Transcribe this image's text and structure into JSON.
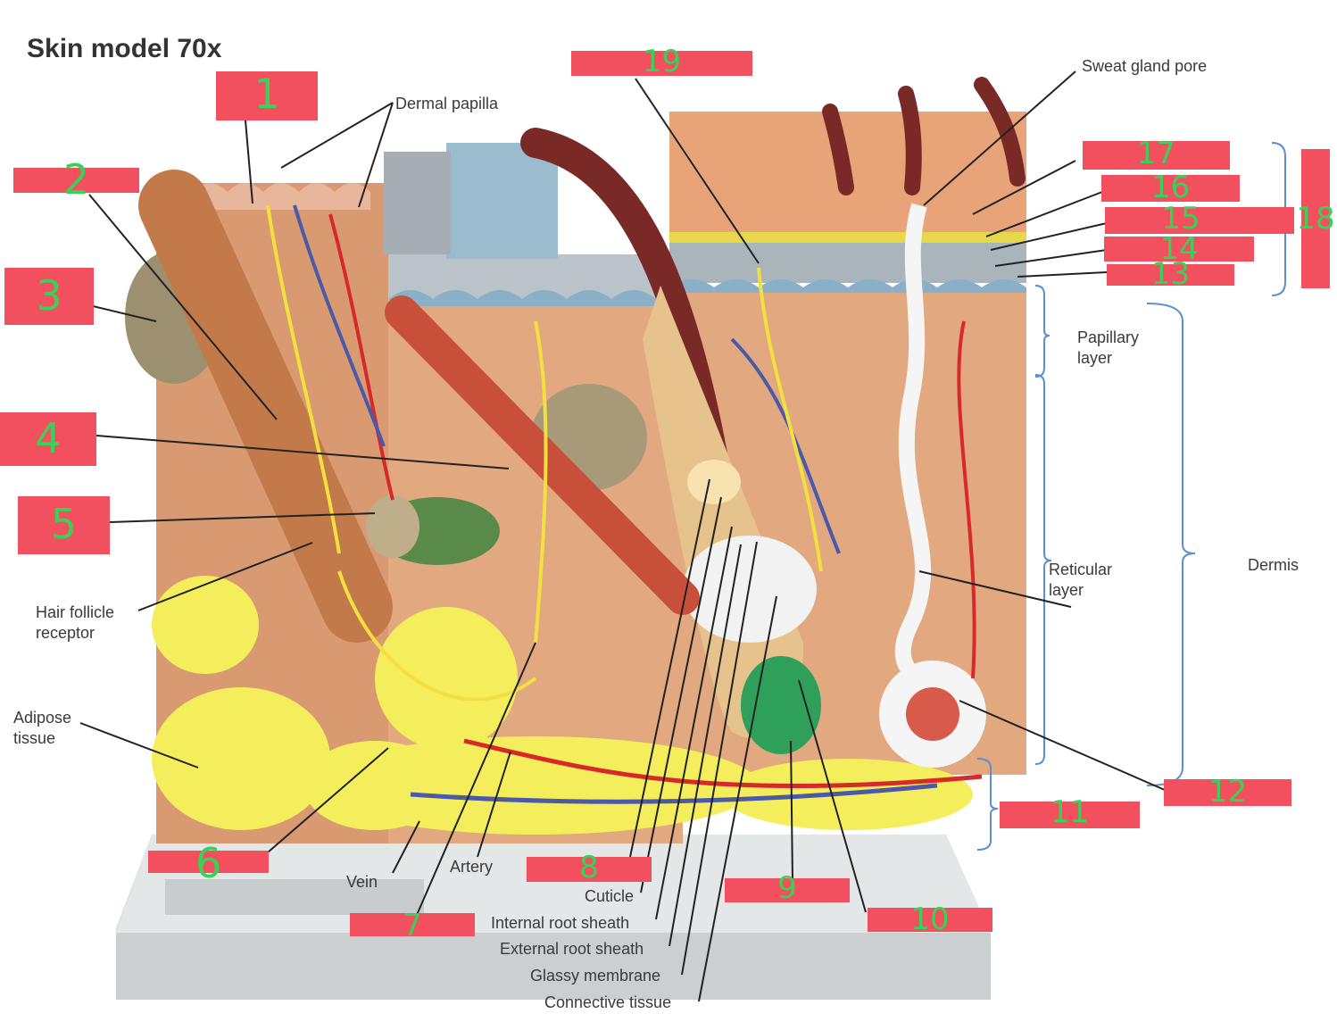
{
  "title": "Skin model 70x",
  "labels": {
    "dermal_papilla": "Dermal papilla",
    "sweat_gland_pore": "Sweat gland pore",
    "papillary_layer": "Papillary layer",
    "reticular_layer": "Reticular layer",
    "dermis": "Dermis",
    "hair_follicle_receptor": "Hair follicle receptor",
    "adipose_tissue": "Adipose tissue",
    "vein": "Vein",
    "artery": "Artery",
    "cuticle": "Cuticle",
    "internal_root_sheath": "Internal root sheath",
    "external_root_sheath": "External root sheath",
    "glassy_membrane": "Glassy membrane",
    "connective_tissue": "Connective tissue"
  },
  "numbers": {
    "n1": "1",
    "n2": "2",
    "n3": "3",
    "n4": "4",
    "n5": "5",
    "n6": "6",
    "n7": "7",
    "n8": "8",
    "n9": "9",
    "n10": "10",
    "n11": "11",
    "n12": "12",
    "n13": "13",
    "n14": "14",
    "n15": "15",
    "n16": "16",
    "n17": "17",
    "n18": "18",
    "n19": "19"
  },
  "colors": {
    "label_box": "#f2505f",
    "handwritten_number": "#3ad15a",
    "skin": "#e2a880",
    "adipose": "#f4ee5c",
    "epidermis_blue": "#8ab0c8",
    "artery": "#d8282a",
    "vein": "#4a5aa8",
    "nerve": "#f2e040",
    "hair": "#7a2a26",
    "base": "#d6dadd",
    "bracket": "#5b8fd0"
  }
}
